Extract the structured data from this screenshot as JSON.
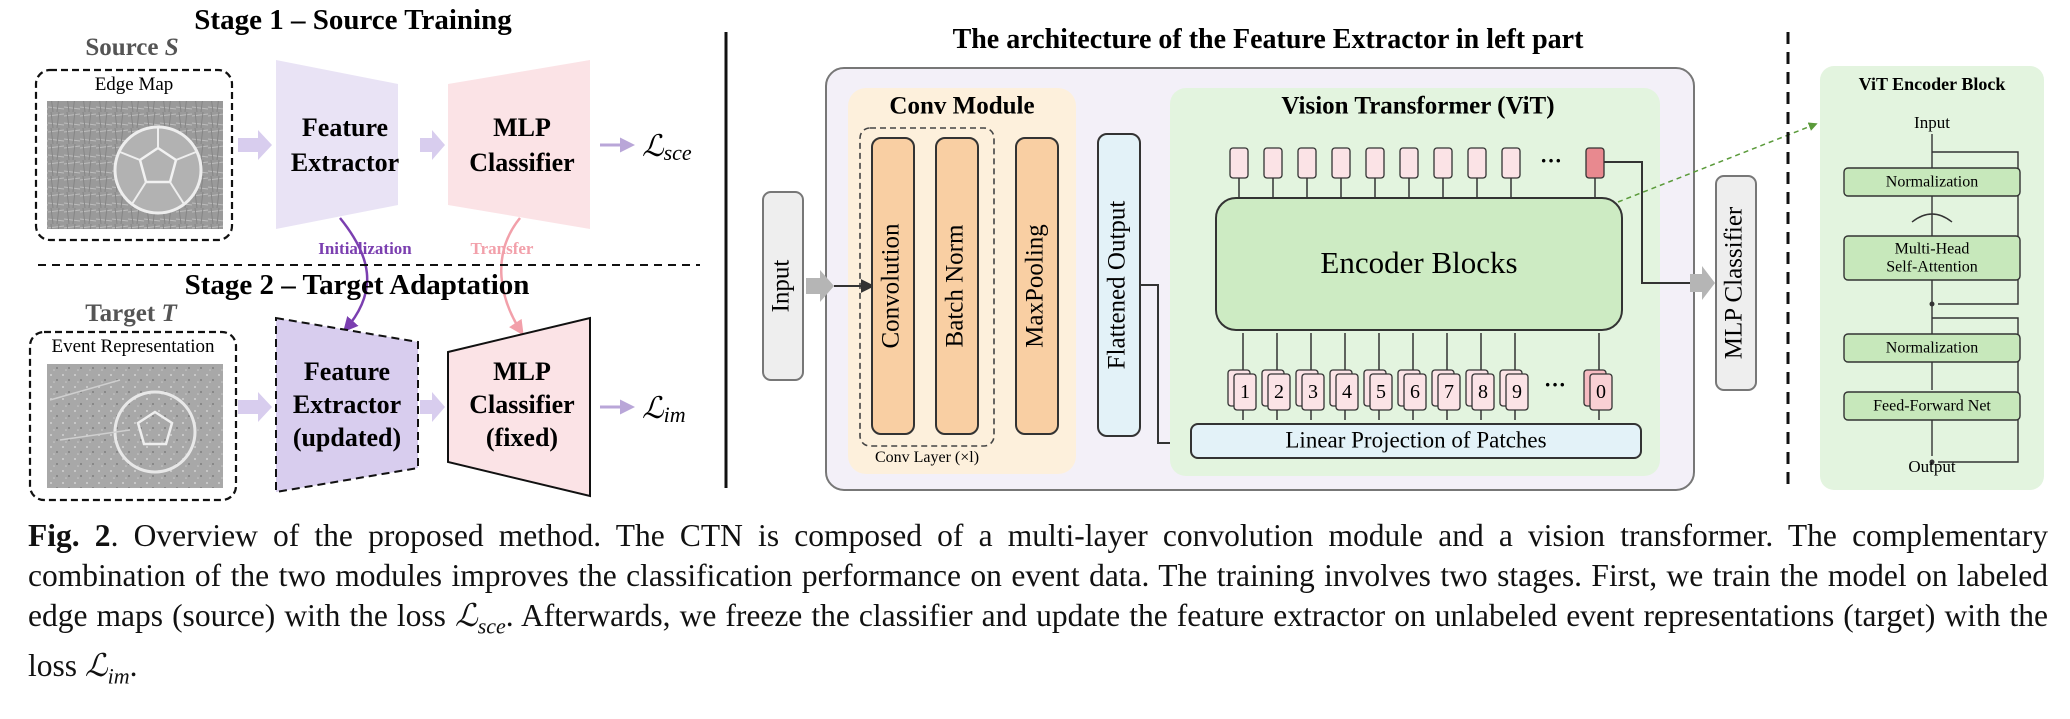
{
  "left": {
    "stage1_title": "Stage 1 – Source Training",
    "stage2_title": "Stage 2 – Target Adaptation",
    "source_label": "Source",
    "source_symbol": "S",
    "target_label": "Target",
    "target_symbol": "T",
    "edge_map_label": "Edge Map",
    "event_label": "Event Representation",
    "fe1": [
      "Feature",
      "Extractor"
    ],
    "mlp1": [
      "MLP",
      "Classifier"
    ],
    "fe2": [
      "Feature",
      "Extractor",
      "(updated)"
    ],
    "mlp2": [
      "MLP",
      "Classifier",
      "(fixed)"
    ],
    "init_label": "Initialization",
    "transfer_label": "Transfer",
    "loss1_main": "ℒ",
    "loss1_sub": "sce",
    "loss2_main": "ℒ",
    "loss2_sub": "im"
  },
  "middle": {
    "title": "The architecture of the Feature Extractor in left part",
    "input_label": "Input",
    "conv_module_title": "Conv Module",
    "conv_label": "Convolution",
    "bn_label": "Batch Norm",
    "pool_label": "MaxPooling",
    "conv_layer_label": "Conv Layer (×l)",
    "flattened_label": "Flattened Output",
    "vit_title": "Vision Transformer  (ViT)",
    "encoder_label": "Encoder Blocks",
    "patch_numbers": [
      "1",
      "2",
      "3",
      "4",
      "5",
      "6",
      "7",
      "8",
      "9",
      "0"
    ],
    "ellipsis": "···",
    "linear_label": "Linear Projection of  Patches",
    "mlp_label": "MLP Classifier"
  },
  "right": {
    "title": "ViT Encoder  Block",
    "input": "Input",
    "norm1": "Normalization",
    "mha": [
      "Multi-Head",
      "Self-Attention"
    ],
    "norm2": "Normalization",
    "ffn": "Feed-Forward Net",
    "output": "Output"
  },
  "caption": {
    "fig_label": "Fig. 2",
    "text_1": ". Overview of the proposed method. The CTN is composed of a multi-layer convolution module and a vision transformer. The complementary combination of the two modules improves the classification performance on event data.  The training involves two stages.  First, we train the model on labeled edge maps (source) with the loss ",
    "loss_1": "ℒ",
    "loss_1_sub": "sce",
    "text_2": ".  Afterwards, we freeze the classifier and update the feature extractor on unlabeled event representations (target) with the loss ",
    "loss_2": "ℒ",
    "loss_2_sub": "im",
    "text_3": "."
  },
  "colors": {
    "purple_block": "#e9e3f5",
    "purple_dash": "#d8cdee",
    "pink_block": "#fbe3e6",
    "conv_module_bg": "#fdf0dc",
    "orange_block": "#f9cfa3",
    "vit_bg": "#e3f4df",
    "encoder_green": "#cdebc3",
    "light_blue": "#e3f2f8",
    "outer_lavender": "#f3f0f8",
    "init_purple": "#7b3fb0",
    "transfer_pink": "#f2a0aa"
  }
}
